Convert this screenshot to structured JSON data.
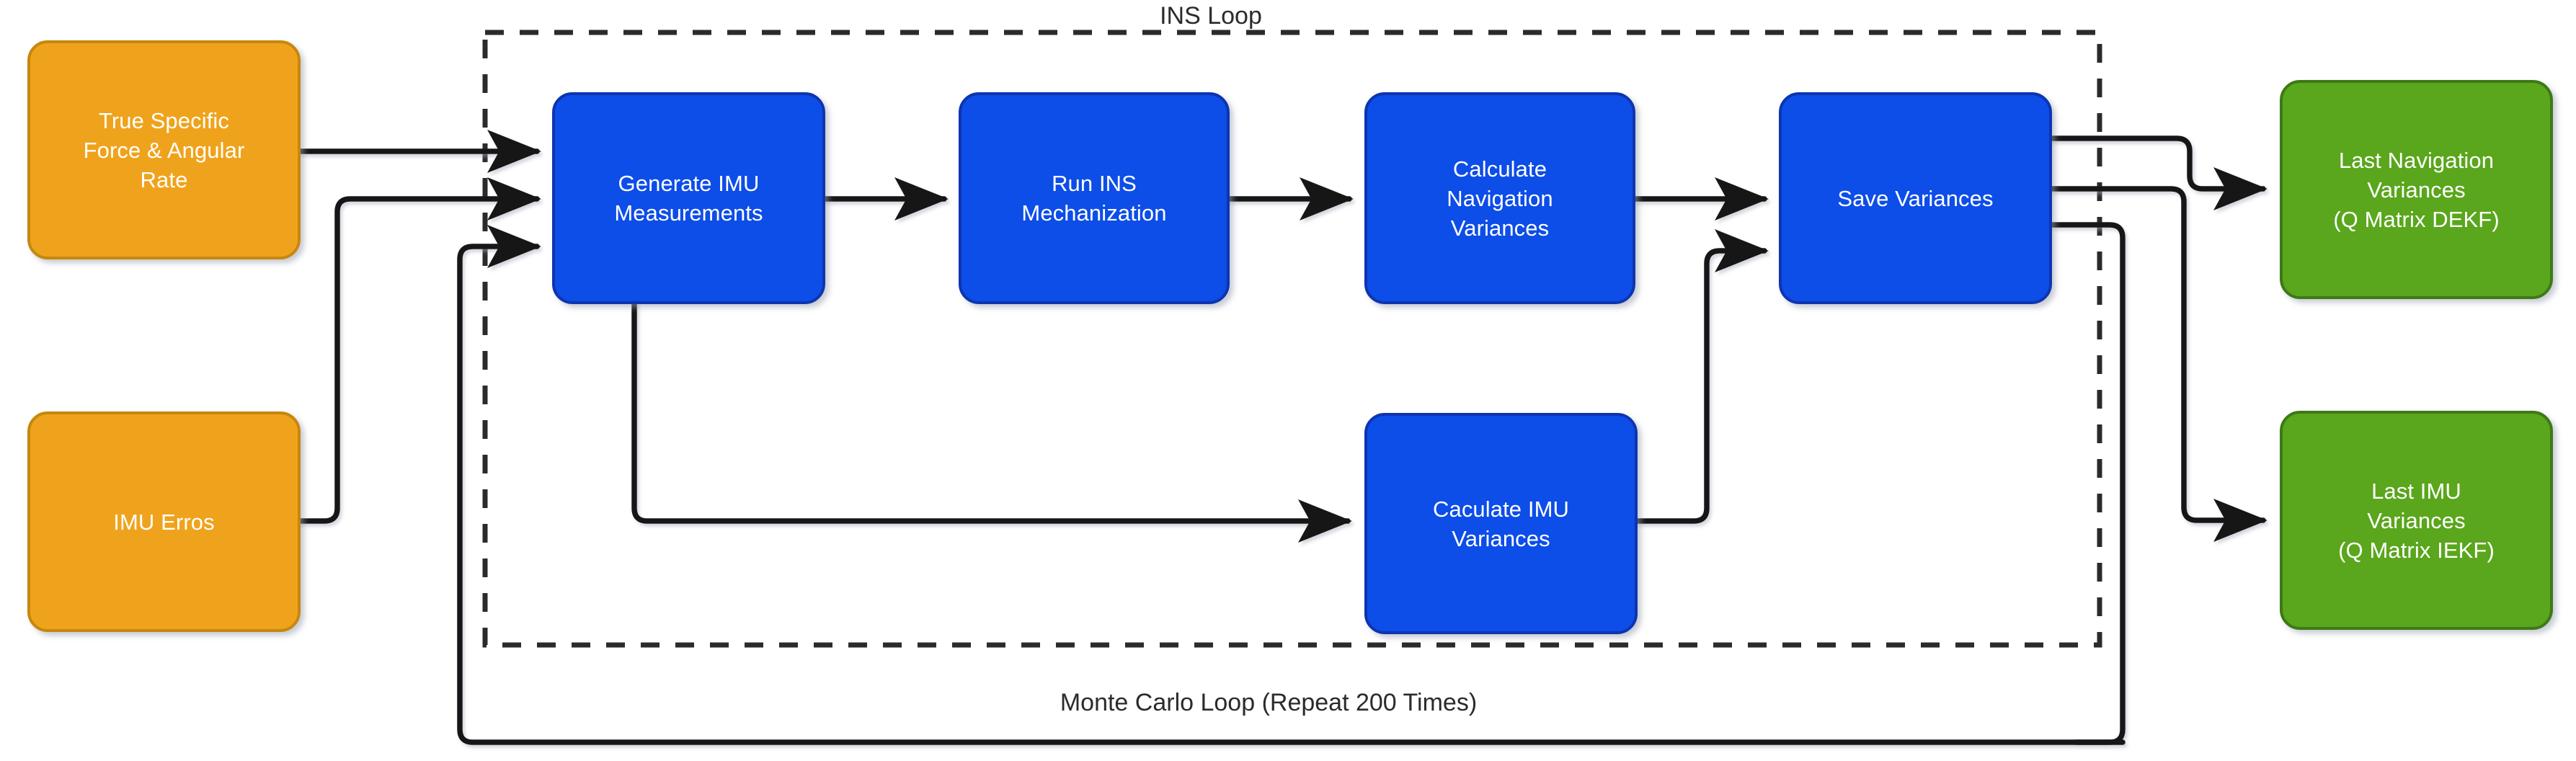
{
  "diagram": {
    "title_label": "INS Loop",
    "bottom_loop_label": "Monte Carlo Loop (Repeat 200 Times)",
    "colors": {
      "input_fill": "#EFA31D",
      "input_stroke": "#C7870F",
      "process_fill": "#0B4EE8",
      "process_stroke": "#0B36B0",
      "output_fill": "#5AA61B",
      "output_stroke": "#3E7A12",
      "edge": "#1A1A1A",
      "boundary": "#2B2B2B",
      "text_light": "#FFFFFF",
      "text_dark": "#2B2B2B",
      "background": "#FFFFFF"
    },
    "inputs": [
      {
        "id": "true-specific-force",
        "label": "True Specific\nForce & Angular\nRate"
      },
      {
        "id": "imu-errors",
        "label": "IMU Erros"
      }
    ],
    "processes": [
      {
        "id": "generate-imu-measurements",
        "label": "Generate IMU\nMeasurements"
      },
      {
        "id": "run-ins-mechanization",
        "label": "Run INS\nMechanization"
      },
      {
        "id": "calculate-navigation-variances",
        "label": "Calculate\nNavigation\nVariances"
      },
      {
        "id": "save-variances",
        "label": "Save Variances"
      },
      {
        "id": "calculate-imu-variances",
        "label": "Caculate IMU\nVariances"
      }
    ],
    "outputs": [
      {
        "id": "last-navigation-variances",
        "label": "Last Navigation\nVariances\n(Q Matrix DEKF)"
      },
      {
        "id": "last-imu-variances",
        "label": "Last IMU\nVariances\n(Q Matrix IEKF)"
      }
    ]
  }
}
